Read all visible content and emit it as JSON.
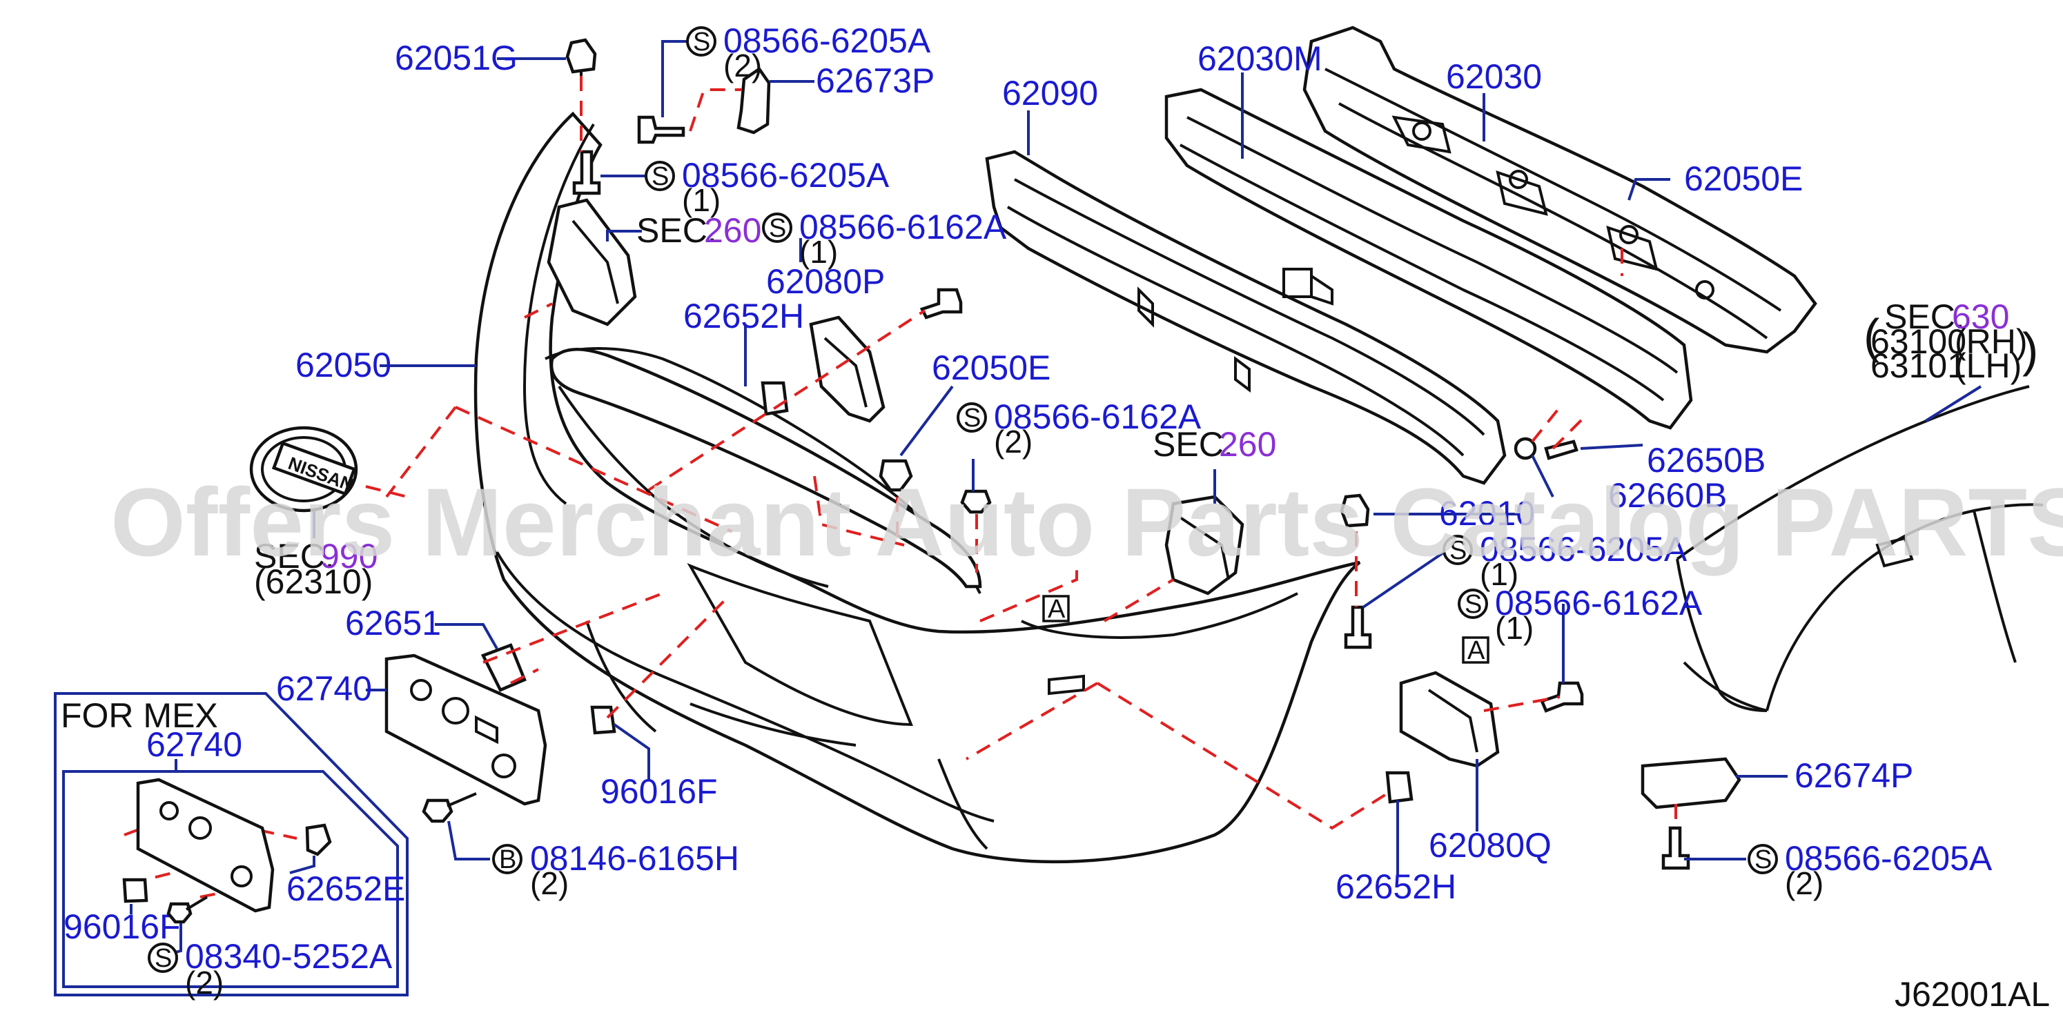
{
  "watermark": "Offers Merchant Auto Parts Catalog PARTSTORE.SA",
  "drawing_code": "J62001AL",
  "inset_title": "FOR  MEX",
  "parts": {
    "p62051G": "62051G",
    "p08566_6205A_top": "08566-6205A",
    "p08566_6205A_top_qty": "(2)",
    "p62673P": "62673P",
    "p08566_6205A_b": "08566-6205A",
    "p08566_6205A_b_qty": "(1)",
    "p62090": "62090",
    "p62030M": "62030M",
    "p62030": "62030",
    "p62050E_r": "62050E",
    "p08566_6162A_a": "08566-6162A",
    "p08566_6162A_a_qty": "(1)",
    "p62080P": "62080P",
    "p62652H_l": "62652H",
    "p62050E_m": "62050E",
    "p62050": "62050",
    "p08566_6162A_b": "08566-6162A",
    "p08566_6162A_b_qty": "(2)",
    "p63100": "63100",
    "p63100_side": "(RH)",
    "p63101": "63101",
    "p63101_side": "(LH)",
    "p62650B": "62650B",
    "p62660B": "62660B",
    "p62010": "62010",
    "p08566_6205A_c": "08566-6205A",
    "p08566_6205A_c_qty": "(1)",
    "p08566_6162A_c": "08566-6162A",
    "p08566_6162A_c_qty": "(1)",
    "p62651": "62651",
    "p62740": "62740",
    "p96016F": "96016F",
    "p08146_6165H": "08146-6165H",
    "p08146_6165H_qty": "(2)",
    "p62674P": "62674P",
    "p08566_6205A_d": "08566-6205A",
    "p08566_6205A_d_qty": "(2)",
    "p62080Q": "62080Q",
    "p62652H_r": "62652H",
    "p62740_mex": "62740",
    "p62652E": "62652E",
    "p96016F_mex": "96016F",
    "p08340_5252A": "08340-5252A",
    "p08340_5252A_qty": "(2)"
  },
  "sections": {
    "sec_word": "SEC.",
    "sec260_a": "260",
    "sec260_b": "260",
    "sec630": "630",
    "sec990": "990",
    "sec990_sub": "(62310)"
  },
  "markers": {
    "s": "S",
    "b": "B",
    "a": "A"
  },
  "colors": {
    "part_number": "#1a1ad0",
    "section_number": "#8a2fd6",
    "dashed_line": "#e02020",
    "leader_line": "#1a2a9a"
  }
}
